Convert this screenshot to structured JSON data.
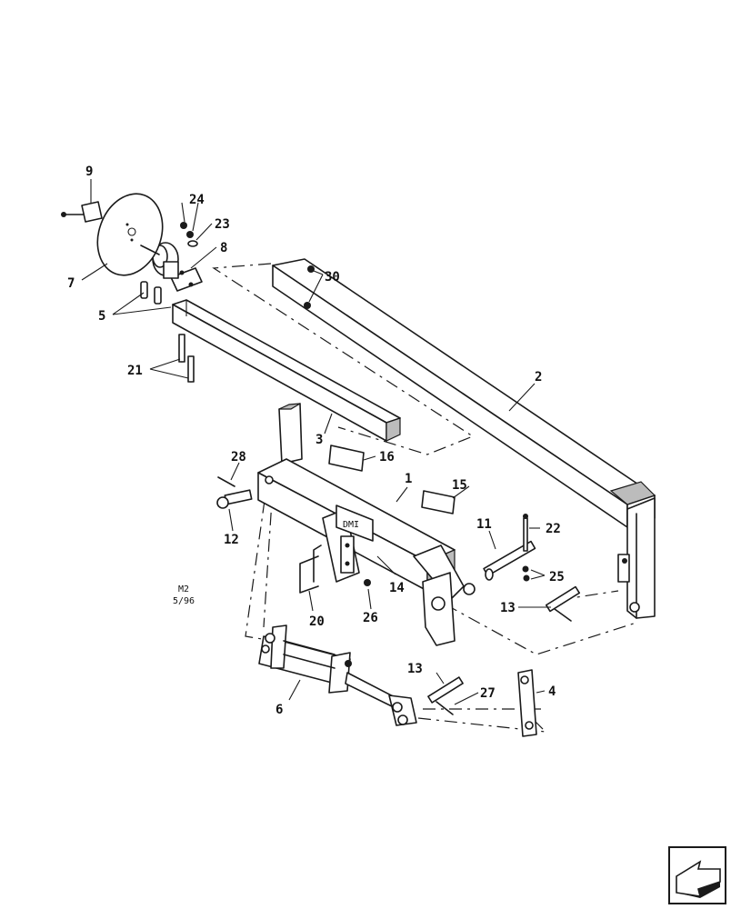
{
  "drawing": {
    "callouts": {
      "c1": "1",
      "c2": "2",
      "c3": "3",
      "c4": "4",
      "c5": "5",
      "c6": "6",
      "c7": "7",
      "c8": "8",
      "c9": "9",
      "c11": "11",
      "c12": "12",
      "c13a": "13",
      "c13b": "13",
      "c14": "14",
      "c15": "15",
      "c16": "16",
      "c20": "20",
      "c21": "21",
      "c22": "22",
      "c23": "23",
      "c24": "24",
      "c25": "25",
      "c26": "26",
      "c27": "27",
      "c28": "28",
      "c30": "30"
    },
    "decal_text": "DMI",
    "drawing_code": "M2",
    "drawing_date": "5/96"
  },
  "nav": {
    "icon": "next-page-arrow-icon"
  }
}
